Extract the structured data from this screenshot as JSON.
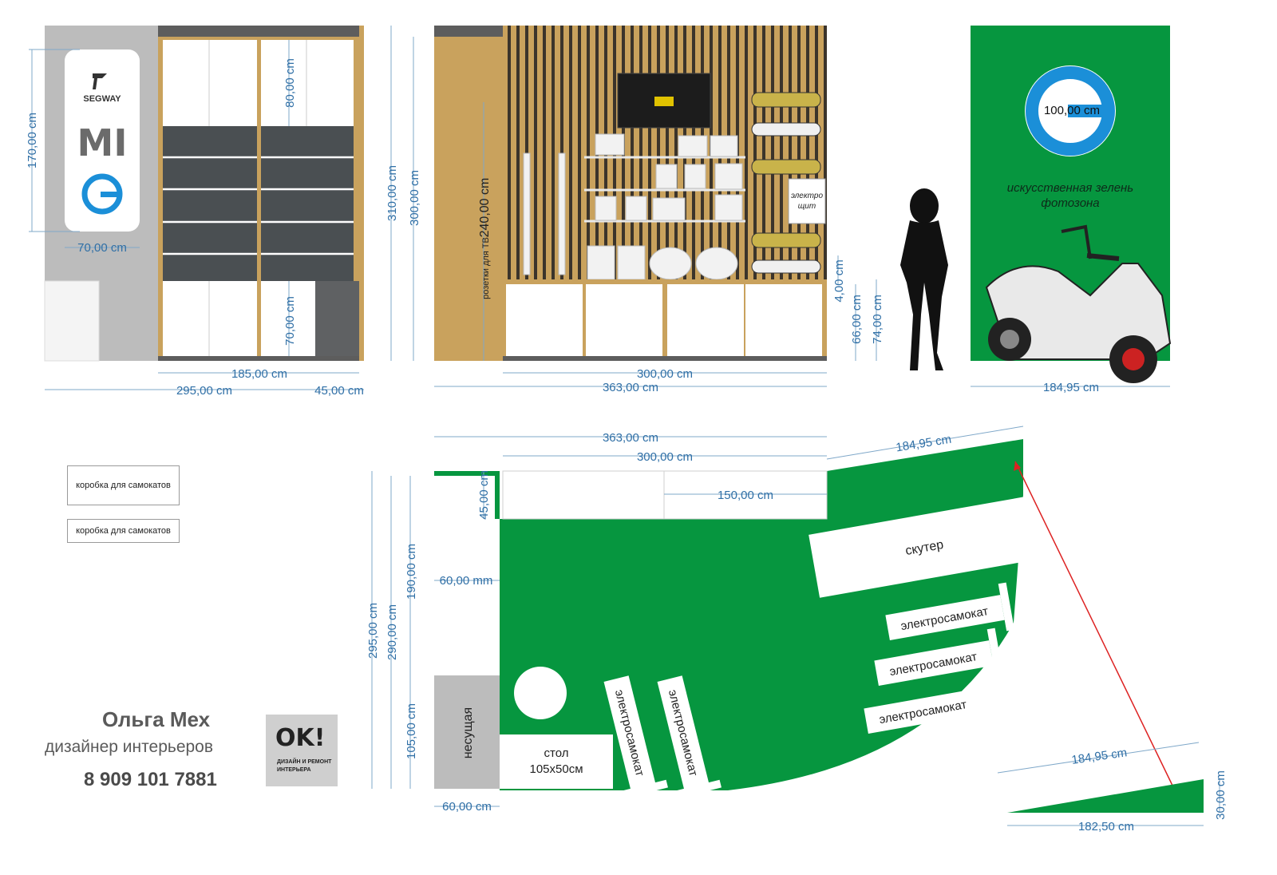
{
  "left_elevation": {
    "logos": [
      "SEGWAY",
      "MI"
    ],
    "dims": {
      "height_170": "170,00 cm",
      "width_70": "70,00 cm",
      "h_80": "80,00 cm",
      "h_70": "70,00 cm",
      "w_185": "185,00 cm",
      "w_295": "295,00 cm",
      "w_45": "45,00 cm"
    }
  },
  "center_elevation": {
    "dims": {
      "h_310": "310,00 cm",
      "h_300": "300,00 cm",
      "h_240": "240,00 cm",
      "h_4": "4,00 cm",
      "h_66": "66,00 cm",
      "h_74": "74,00 cm",
      "w_300": "300,00 cm",
      "w_363": "363,00 cm"
    },
    "labels": {
      "sockets_tv": "розетки для ТВ",
      "panel_line1": "электро",
      "panel_line2": "щит"
    }
  },
  "right_elevation": {
    "dims": {
      "logo_100": "100,00 cm",
      "w_184": "184,95 cm"
    },
    "labels": {
      "green_line1": "искусственная зелень",
      "green_line2": "фотозона"
    }
  },
  "boxes": [
    "коробка для самокатов",
    "коробка для самокатов"
  ],
  "plan": {
    "dims": {
      "w_363": "363,00 cm",
      "w_300": "300,00 cm",
      "w_150": "150,00 cm",
      "w_184a": "184,95 cm",
      "h_45": "45,00 cm",
      "h_295": "295,00 cm",
      "h_290": "290,00 cm",
      "h_190": "190,00 cm",
      "h_105": "105,00 cm",
      "w_60mm": "60,00 mm",
      "w_60cm": "60,00 cm"
    },
    "labels": {
      "scooter": "скутер",
      "escooter": "электросамокат",
      "column": "несущая",
      "table_line1": "стол",
      "table_line2": "105х50см"
    }
  },
  "ramp": {
    "dims": {
      "top": "184,95 cm",
      "bottom": "182,50 cm",
      "height": "30,00 cm"
    }
  },
  "credits": {
    "name": "Ольга Мех",
    "role": "дизайнер интерьеров",
    "phone": "8 909 101 7881",
    "logo_text": "OK!",
    "logo_sub1": "ДИЗАЙН И РЕМОНТ",
    "logo_sub2": "ИНТЕРЬЕРА"
  },
  "colors": {
    "green": "#06963f",
    "wood": "#c9a25d",
    "dim_blue": "#2f6fa6",
    "dark_gray": "#4a4f52",
    "gray": "#bdbdbd",
    "brand_blue": "#1b8fd8"
  }
}
